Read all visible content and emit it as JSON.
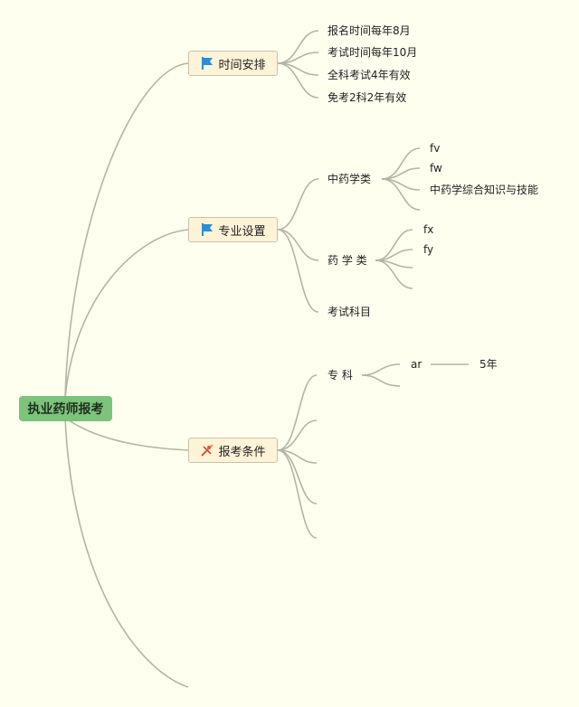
{
  "root": {
    "label": "执业药师报考"
  },
  "branches": [
    {
      "label": "时间安排",
      "icon": "blue-flag-icon",
      "children": [
        "报名时间每年8月",
        "考试时间每年10月",
        "全科考试4年有效",
        "免考2科2年有效"
      ]
    },
    {
      "label": "专业设置",
      "icon": "blue-flag-icon",
      "children": [
        {
          "label": "中药学类",
          "children": [
            "fv",
            "fw",
            "中药学综合知识与技能",
            ""
          ]
        },
        {
          "label": "药 学 类",
          "children": [
            "fx",
            "fy",
            "",
            ""
          ]
        },
        {
          "label": "考试科目"
        }
      ]
    },
    {
      "label": "报考条件",
      "icon": "tools-icon",
      "children": [
        {
          "label": "专 科",
          "children": [
            {
              "label": "ar",
              "value": "5年"
            },
            ""
          ]
        },
        "",
        "",
        "",
        ""
      ]
    }
  ],
  "colors": {
    "root": "#7cc47c",
    "branch_bg": "#fdf3d6",
    "link": "#b5b3a3",
    "background": "#fffff0",
    "flag": "#2a8fd8"
  }
}
